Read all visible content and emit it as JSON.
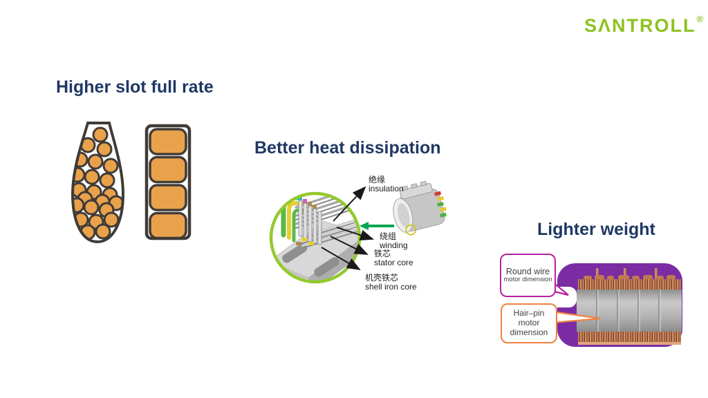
{
  "logo": {
    "text": "SΛNTROLL",
    "registered": "®",
    "color": "#8dc21e"
  },
  "sections": {
    "slot_fill": {
      "title": "Higher slot full rate",
      "figure": "comparison of round-wire slot (many circles) vs hair-pin slot (four rectangular bars)"
    },
    "heat": {
      "title": "Better heat dissipation",
      "labels": {
        "insulation": {
          "zh": "绝缘",
          "en": "insulation"
        },
        "winding": {
          "zh": "绕组",
          "en": "winding"
        },
        "stator_core": {
          "zh": "铁芯",
          "en": "stator core"
        },
        "shell_iron_core": {
          "zh": "机壳铁芯",
          "en": "shell iron core"
        }
      }
    },
    "weight": {
      "title": "Lighter weight",
      "callouts": {
        "round_wire": {
          "line1": "Round wire",
          "line2": "motor dimension"
        },
        "hair_pin": {
          "line1": "Hair–pin motor",
          "line2": "dimension"
        }
      }
    }
  },
  "colors": {
    "heading_navy": "#1f3864",
    "logo_green": "#8dc21e",
    "wire_orange": "#e9a24b",
    "outline_dark": "#403b37",
    "circle_lime": "#94c92e",
    "motor_purple": "#7b2ca3",
    "callout_magenta": "#ba1f9e",
    "callout_orange": "#f08140",
    "copper": "#d29068",
    "arrow_green": "#00a650"
  }
}
